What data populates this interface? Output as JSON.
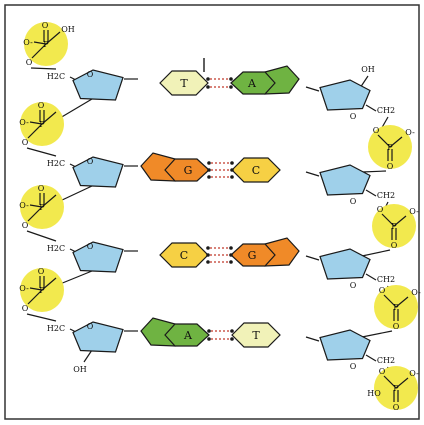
{
  "colors": {
    "phosphate": "#f2e94e",
    "sugar": "#9fd0ea",
    "thymine": "#f1f2b8",
    "adenine": "#6fb342",
    "guanine": "#f08a28",
    "cytosine": "#f6d044",
    "hbond": "#c0392b",
    "ink": "#1a1a1a",
    "frame": "#333333"
  },
  "left_strand": {
    "phosphate": {
      "o": "O",
      "p": "P",
      "oh": "OH",
      "o_minus": "O-"
    },
    "ch2": "H2C",
    "ring_o": "O",
    "bottom_oh": "OH"
  },
  "right_strand": {
    "phosphate": {
      "o": "O",
      "p": "P",
      "o_minus": "O-",
      "ho": "HO"
    },
    "ch2": "CH2",
    "ring_o": "O",
    "top_oh": "OH"
  },
  "pairs": [
    {
      "left": "T",
      "right": "A"
    },
    {
      "left": "G",
      "right": "C"
    },
    {
      "left": "C",
      "right": "G"
    },
    {
      "left": "A",
      "right": "T"
    }
  ]
}
